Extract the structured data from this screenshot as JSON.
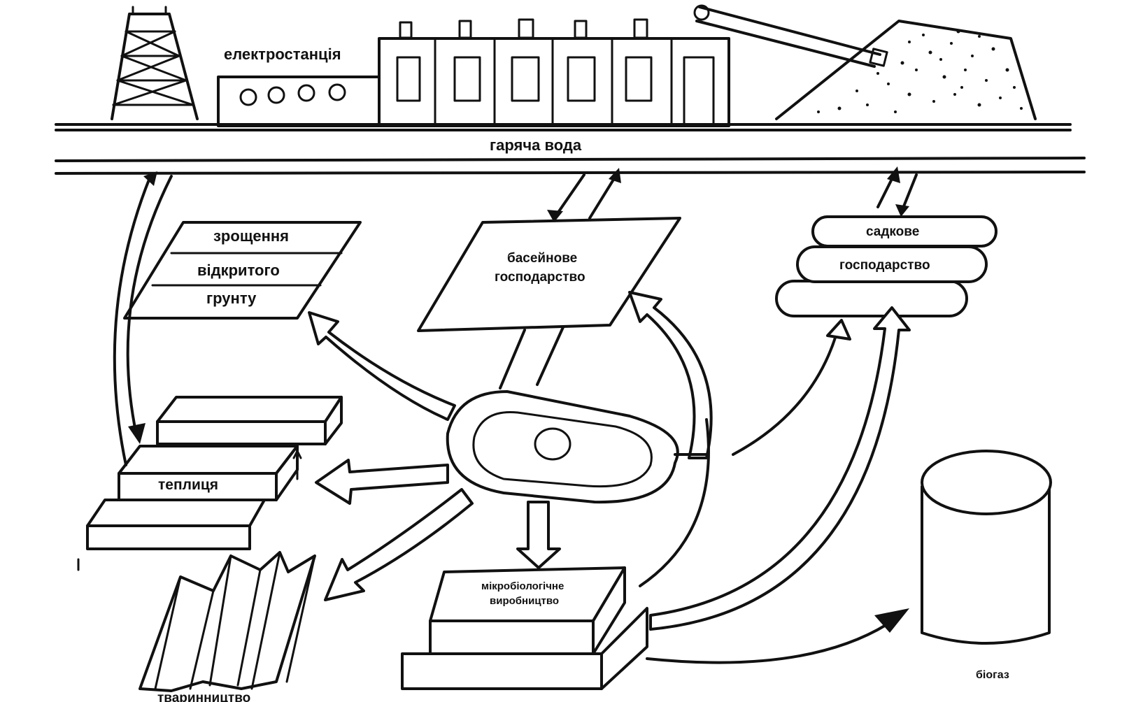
{
  "labels": {
    "power_plant": "електростанція",
    "hot_water": "гаряча вода",
    "open_ground_1": "зрощення",
    "open_ground_2": "відкритого",
    "open_ground_3": "грунту",
    "pool_farm_1": "басейнове",
    "pool_farm_2": "господарство",
    "cage_farm_1": "садкове",
    "cage_farm_2": "господарство",
    "greenhouse": "теплиця",
    "microbio_1": "мікробіологічне",
    "microbio_2": "виробництво",
    "biogas": "біогаз",
    "livestock": "тваринництво"
  }
}
